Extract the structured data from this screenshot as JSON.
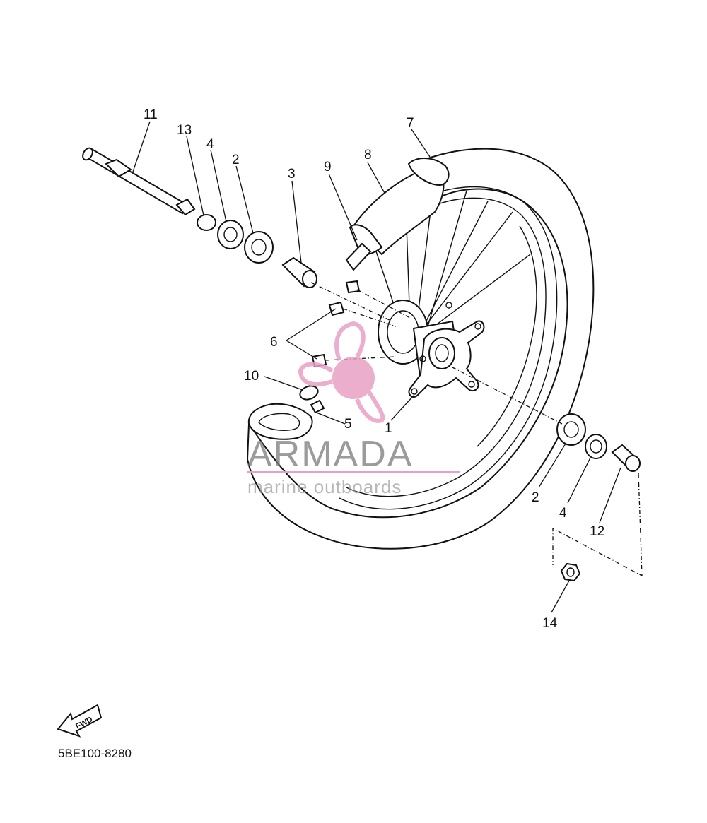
{
  "diagram": {
    "drawing_code": "5BE100-8280",
    "fwd_label": "FWD",
    "callouts": {
      "c11": "11",
      "c13": "13",
      "c4a": "4",
      "c2a": "2",
      "c3": "3",
      "c9": "9",
      "c8": "8",
      "c7": "7",
      "c6": "6",
      "c10": "10",
      "c5": "5",
      "c1": "1",
      "c2b": "2",
      "c4b": "4",
      "c12": "12",
      "c14": "14"
    }
  },
  "watermark": {
    "brand": "ARMADA",
    "tagline": "marine outboards",
    "colors": {
      "propeller": "#e8a0c4",
      "text": "#7a7a7a",
      "rule": "#e8a0c4"
    }
  }
}
